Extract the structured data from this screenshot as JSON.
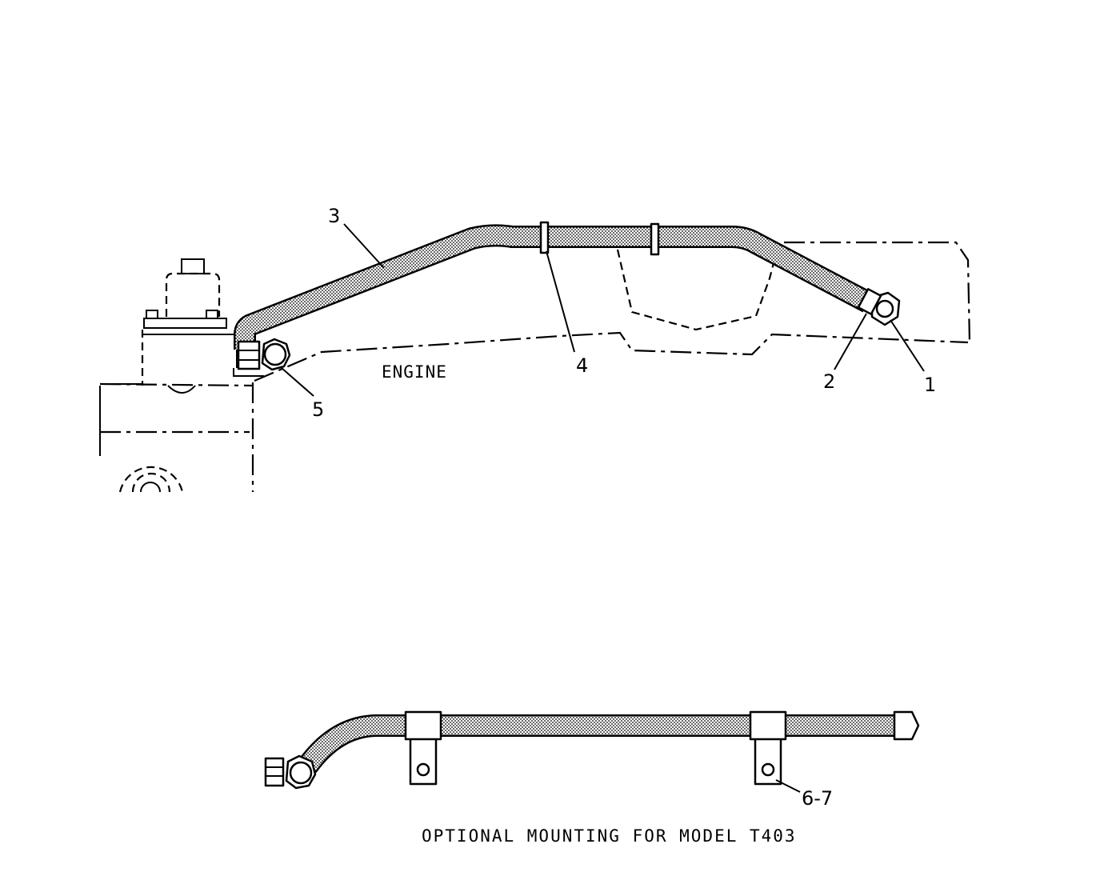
{
  "main_view": {
    "engine_label": "ENGINE",
    "callouts": [
      "1",
      "2",
      "3",
      "4",
      "5"
    ]
  },
  "optional_view": {
    "callout": "6-7",
    "caption": "OPTIONAL MOUNTING FOR MODEL T403"
  }
}
